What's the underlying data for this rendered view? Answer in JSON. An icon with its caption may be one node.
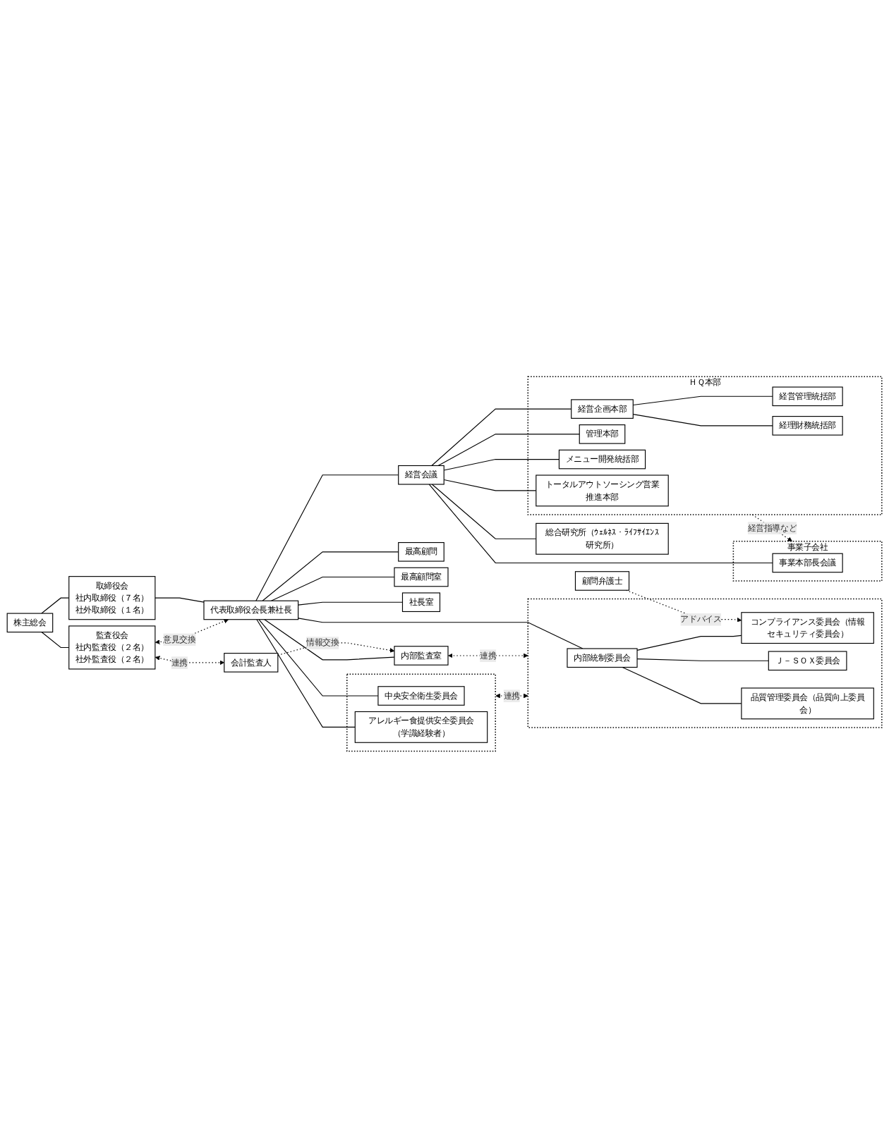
{
  "diagram": {
    "nodes": [
      {
        "text": [
          "株主総会"
        ]
      },
      {
        "text": [
          "監査役会",
          "社内監査役（２名）",
          "社外監査役（２名）"
        ]
      },
      {
        "text": [
          "会計監査人"
        ]
      },
      {
        "text": [
          "取締役会",
          "社内取締役（７名）",
          "社外取締役（１名）"
        ]
      },
      {
        "text": [
          "代表取締役会長兼社長"
        ]
      },
      {
        "text": [
          "最高顧問"
        ]
      },
      {
        "text": [
          "最高顧問室"
        ]
      },
      {
        "text": [
          "社長室"
        ]
      },
      {
        "text": [
          "内部監査室"
        ]
      },
      {
        "text": [
          "顧問弁護士"
        ]
      },
      {
        "text": [],
        "shape": "box"
      },
      {
        "text": [
          "中央安全衛生委員会"
        ],
        "in": 10
      },
      {
        "text": [
          "アレルギー食提供安全委員会（学識経験者）"
        ],
        "in": 10
      },
      {
        "text": [],
        "shape": "box"
      },
      {
        "text": [
          "内部統制委員会"
        ],
        "in": 13
      },
      {
        "text": [
          "コンプライアンス委員会（情報セキュリティ委員会）"
        ],
        "in": 13
      },
      {
        "text": [
          "Ｊ－ＳＯＸ委員会"
        ],
        "in": 13
      },
      {
        "text": [
          "品質管理委員会（品質向上委員会）"
        ],
        "in": 13
      },
      {
        "text": [
          "経営会議"
        ]
      },
      {
        "text": [
          "総合研究所（ｳｪﾙﾈｽ・ﾗｲﾌｻｲｴﾝｽ研究所）"
        ]
      },
      {
        "text": [
          "事業子会社"
        ]
      },
      {
        "text": [
          "事業本部長会議"
        ],
        "in": 20
      },
      {
        "text": [
          "ＨＱ本部"
        ]
      },
      {
        "text": [
          "メニュー開発統括部"
        ],
        "in": 22
      },
      {
        "text": [
          "管理本部"
        ],
        "in": 22
      },
      {
        "text": [
          "経営企画本部"
        ],
        "in": 22
      },
      {
        "text": [
          "経営管理統括部"
        ],
        "in": 22
      },
      {
        "text": [
          "経理財務統括部"
        ],
        "in": 22
      },
      {
        "text": [
          "トータルアウトソーシング営業推進本部"
        ],
        "in": 22
      }
    ],
    "edges": [
      {
        "from": 0,
        "to": 3,
        "arrow": "none"
      },
      {
        "from": 0,
        "to": 1,
        "arrow": "none"
      },
      {
        "from": 3,
        "to": 4,
        "arrow": "none"
      },
      {
        "from": 1,
        "to": 2,
        "arrow": "both",
        "label": "連携",
        "style": "dashed"
      },
      {
        "from": 1,
        "to": 4,
        "arrow": "both",
        "label": "意見交換",
        "style": "dashed"
      },
      {
        "from": 2,
        "to": 8,
        "arrow": "to",
        "label": "情報交換",
        "style": "dashed"
      },
      {
        "from": 4,
        "to": 5,
        "arrow": "none"
      },
      {
        "from": 4,
        "to": 6,
        "arrow": "none"
      },
      {
        "from": 4,
        "to": 7,
        "arrow": "none"
      },
      {
        "from": 4,
        "to": 8,
        "arrow": "none"
      },
      {
        "from": 8,
        "to": 13,
        "arrow": "both",
        "label": "連携",
        "style": "dashed"
      },
      {
        "from": 9,
        "to": 15,
        "arrow": "to",
        "label": "アドバイス",
        "style": "dashed"
      },
      {
        "from": 4,
        "to": 11,
        "arrow": "none"
      },
      {
        "from": 4,
        "to": 12,
        "arrow": "none"
      },
      {
        "from": 4,
        "to": 14,
        "arrow": "none"
      },
      {
        "from": 10,
        "to": 13,
        "arrow": "both",
        "label": "連携",
        "style": "dashed"
      },
      {
        "from": 14,
        "to": 15,
        "arrow": "none"
      },
      {
        "from": 14,
        "to": 16,
        "arrow": "none"
      },
      {
        "from": 14,
        "to": 17,
        "arrow": "none"
      },
      {
        "from": 4,
        "to": 18,
        "arrow": "none"
      },
      {
        "from": 18,
        "to": 19,
        "arrow": "none"
      },
      {
        "from": 18,
        "to": 21,
        "arrow": "none"
      },
      {
        "from": 18,
        "to": 23,
        "arrow": "none"
      },
      {
        "from": 18,
        "to": 24,
        "arrow": "none"
      },
      {
        "from": 18,
        "to": 25,
        "arrow": "none"
      },
      {
        "from": 18,
        "to": 28,
        "arrow": "none"
      },
      {
        "from": 25,
        "to": 26,
        "arrow": "none"
      },
      {
        "from": 25,
        "to": 27,
        "arrow": "none"
      },
      {
        "from": 22,
        "to": 20,
        "arrow": "to",
        "label": "経営指導など",
        "style": "dashed"
      }
    ]
  }
}
